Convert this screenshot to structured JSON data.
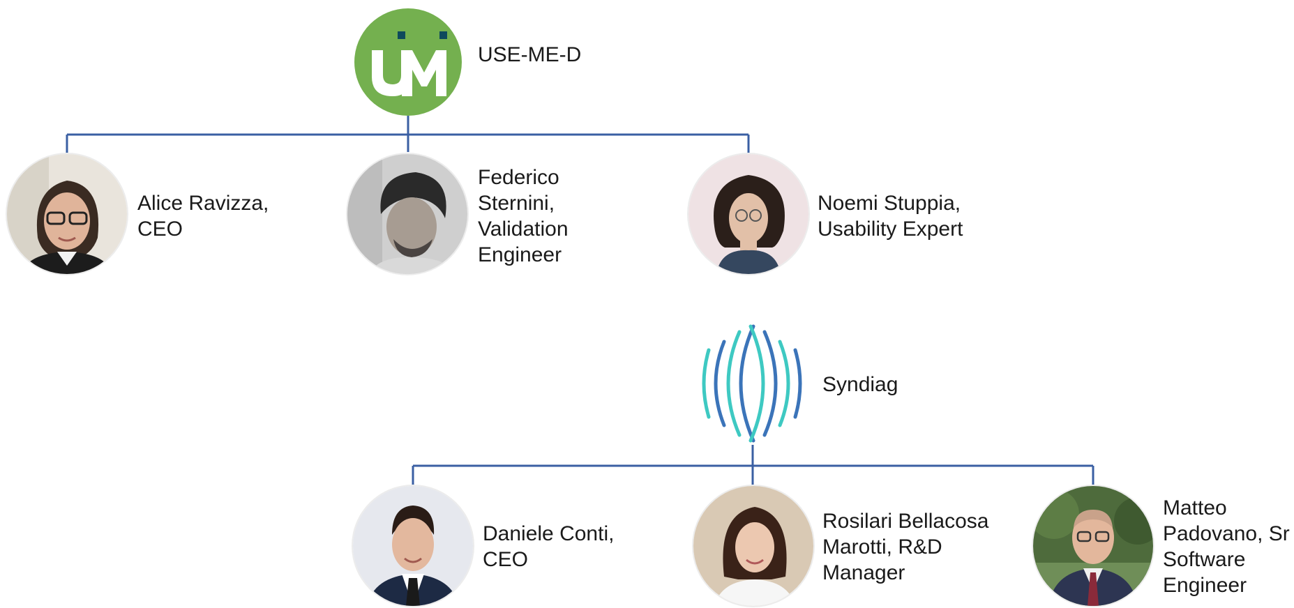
{
  "colors": {
    "connector": "#3a5fa3",
    "usemed_green": "#74b04f",
    "usemed_accent": "#0e4a5c",
    "syndiag_blue": "#3b74b9",
    "syndiag_teal": "#3ec9c2"
  },
  "orgs": [
    {
      "name": "USE-ME-D",
      "logo_icon": "usemed-logo-icon",
      "members": [
        {
          "label": "Alice Ravizza,\nCEO",
          "photo_icon": "person-photo-icon"
        },
        {
          "label": "Federico\nSternini,\nValidation\nEngineer",
          "photo_icon": "person-photo-icon"
        },
        {
          "label": "Noemi Stuppia,\nUsability Expert",
          "photo_icon": "person-photo-icon"
        }
      ]
    },
    {
      "name": "Syndiag",
      "logo_icon": "syndiag-logo-icon",
      "members": [
        {
          "label": "Daniele Conti,\nCEO",
          "photo_icon": "person-photo-icon"
        },
        {
          "label": "Rosilari Bellacosa\nMarotti, R&D\nManager",
          "photo_icon": "person-photo-icon"
        },
        {
          "label": "Matteo\nPadovano, Sr\nSoftware\nEngineer",
          "photo_icon": "person-photo-icon"
        }
      ]
    }
  ]
}
